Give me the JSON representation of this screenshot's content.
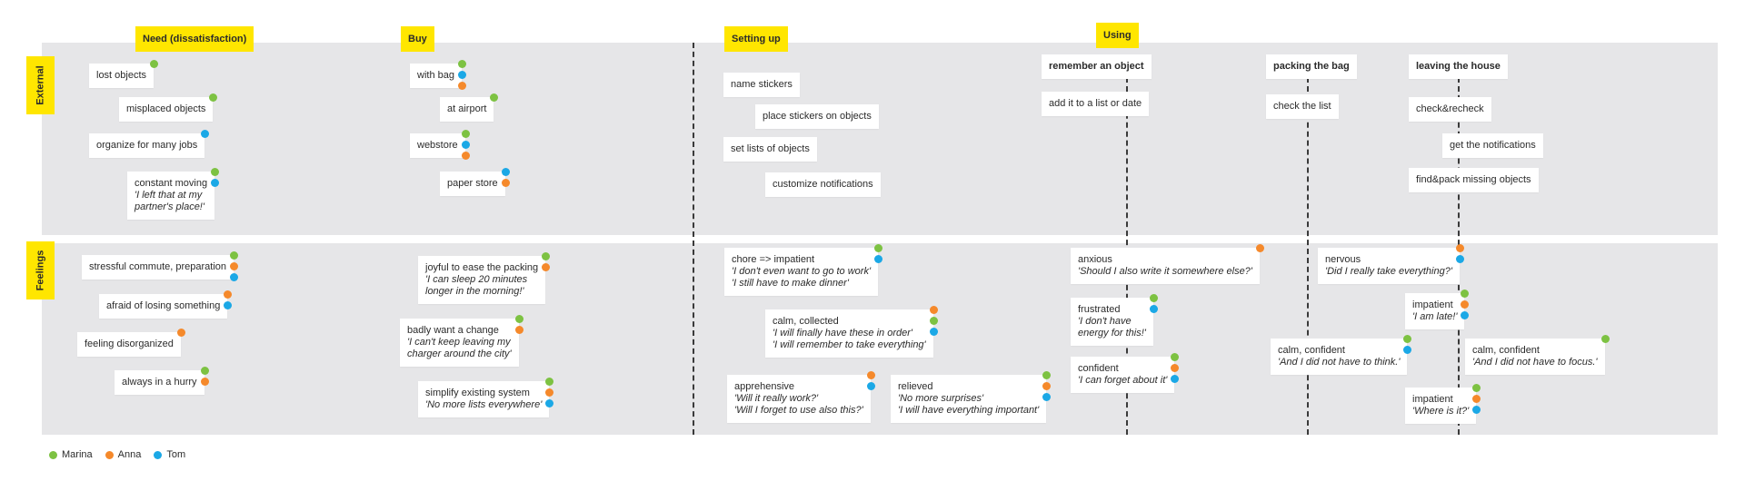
{
  "colors": {
    "lane": "#e6e6e8",
    "label": "#ffe600",
    "marina": "#7dc242",
    "anna": "#f5892b",
    "tom": "#1ba8e6"
  },
  "row_labels": [
    "External",
    "Feelings"
  ],
  "stages": [
    "Need (dissatisfaction)",
    "Buy",
    "Setting up",
    "Using"
  ],
  "external": [
    {
      "title": "lost objects",
      "dots": [
        "marina"
      ]
    },
    {
      "title": "misplaced objects",
      "dots": [
        "marina"
      ]
    },
    {
      "title": "organize for many jobs",
      "dots": [
        "tom"
      ]
    },
    {
      "title": "constant moving",
      "quote": [
        "'I left that at my",
        "partner's place!'"
      ],
      "dots": [
        "marina",
        "tom"
      ]
    },
    {
      "title": "with bag",
      "dots": [
        "marina",
        "tom",
        "anna"
      ]
    },
    {
      "title": "at airport",
      "dots": [
        "marina"
      ]
    },
    {
      "title": "webstore",
      "dots": [
        "marina",
        "tom",
        "anna"
      ]
    },
    {
      "title": "paper store",
      "dots": [
        "tom",
        "anna"
      ]
    },
    {
      "title": "name stickers",
      "dots": []
    },
    {
      "title": "place stickers on objects",
      "dots": []
    },
    {
      "title": "set lists of objects",
      "dots": []
    },
    {
      "title": "customize notifications",
      "dots": []
    },
    {
      "title": "remember an object",
      "bold": true,
      "dots": []
    },
    {
      "title": "add it to a list or date",
      "dots": []
    },
    {
      "title": "packing the bag",
      "bold": true,
      "dots": []
    },
    {
      "title": "check the list",
      "dots": []
    },
    {
      "title": "leaving the house",
      "bold": true,
      "dots": []
    },
    {
      "title": "check&recheck",
      "dots": []
    },
    {
      "title": "get the notifications",
      "dots": []
    },
    {
      "title": "find&pack missing objects",
      "dots": []
    }
  ],
  "feelings": [
    {
      "title": "stressful commute, preparation",
      "dots": [
        "marina",
        "anna",
        "tom"
      ]
    },
    {
      "title": "afraid of losing something",
      "dots": [
        "anna",
        "tom"
      ]
    },
    {
      "title": "feeling disorganized",
      "dots": [
        "anna"
      ]
    },
    {
      "title": "always in a hurry",
      "dots": [
        "marina",
        "anna"
      ]
    },
    {
      "title": "joyful to ease the packing",
      "quote": [
        "'I can sleep 20 minutes",
        "longer in the morning!'"
      ],
      "dots": [
        "marina",
        "anna"
      ]
    },
    {
      "title": "badly want a change",
      "quote": [
        "'I can't keep leaving my",
        "charger around the city'"
      ],
      "dots": [
        "marina",
        "anna"
      ]
    },
    {
      "title": "simplify existing system",
      "quote": [
        "'No more lists everywhere'"
      ],
      "dots": [
        "marina",
        "anna",
        "tom"
      ]
    },
    {
      "title": "chore => impatient",
      "quote": [
        "'I don't even want to go to work'",
        "'I still have to make dinner'"
      ],
      "dots": [
        "marina",
        "tom"
      ]
    },
    {
      "title": "calm, collected",
      "quote": [
        "'I will finally have these in order'",
        "'I will remember to take everything'"
      ],
      "dots": [
        "anna",
        "marina",
        "tom"
      ]
    },
    {
      "title": "apprehensive",
      "quote": [
        "'Will it really work?'",
        "'Will I forget to use also this?'"
      ],
      "dots": [
        "anna",
        "tom"
      ]
    },
    {
      "title": "relieved",
      "quote": [
        "'No more surprises'",
        "'I will have everything important'"
      ],
      "dots": [
        "marina",
        "anna",
        "tom"
      ]
    },
    {
      "title": "anxious",
      "quote": [
        "'Should I also write it somewhere else?'"
      ],
      "dots": [
        "anna"
      ]
    },
    {
      "title": "frustrated",
      "quote": [
        "'I don't have",
        "energy for this!'"
      ],
      "dots": [
        "marina",
        "tom"
      ]
    },
    {
      "title": "confident",
      "quote": [
        "'I can forget about it'"
      ],
      "dots": [
        "marina",
        "anna",
        "tom"
      ]
    },
    {
      "title": "nervous",
      "quote": [
        "'Did I really take everything?'"
      ],
      "dots": [
        "anna",
        "tom"
      ]
    },
    {
      "title": "impatient",
      "quote": [
        "'I am late!'"
      ],
      "dots": [
        "marina",
        "anna",
        "tom"
      ]
    },
    {
      "title": "calm, confident",
      "quote": [
        "'And I did not have to think.'"
      ],
      "dots": [
        "marina",
        "tom"
      ]
    },
    {
      "title": "calm, confident",
      "quote": [
        "'And I did not have to focus.'"
      ],
      "dots": [
        "marina"
      ]
    },
    {
      "title": "impatient",
      "quote": [
        "'Where is it?'"
      ],
      "dots": [
        "marina",
        "anna",
        "tom"
      ]
    }
  ],
  "legend": [
    {
      "name": "Marina",
      "key": "marina"
    },
    {
      "name": "Anna",
      "key": "anna"
    },
    {
      "name": "Tom",
      "key": "tom"
    }
  ]
}
